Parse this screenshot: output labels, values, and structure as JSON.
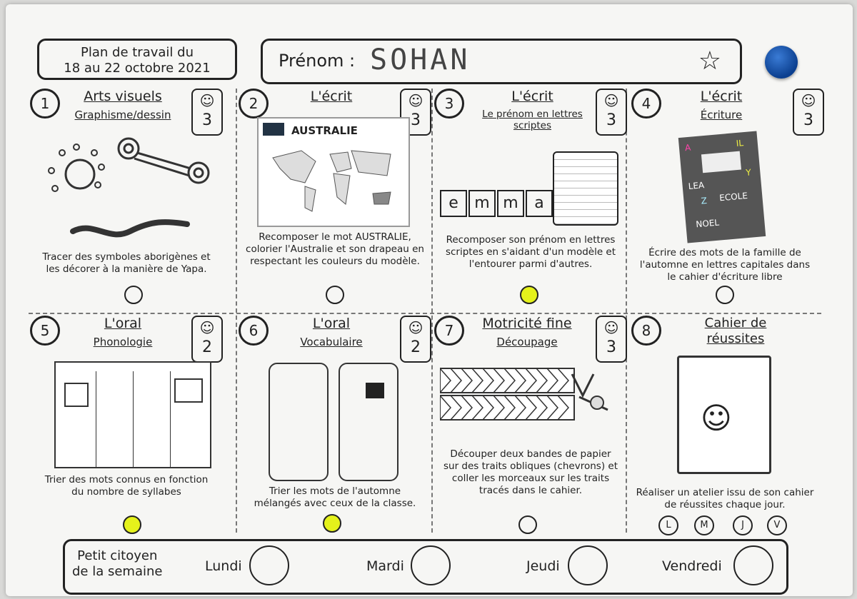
{
  "header": {
    "title_line1": "Plan de travail du",
    "title_line2": "18 au 22 octobre 2021",
    "name_label": "Prénom :",
    "name_value": "SOHAN"
  },
  "tasks": [
    {
      "num": "1",
      "title": "Arts visuels",
      "subtitle": "Graphisme/dessin",
      "level": "3",
      "desc": "Tracer des symboles aborigènes et les décorer à la manière de Yapa.",
      "done": false
    },
    {
      "num": "2",
      "title": "L'écrit",
      "subtitle": "",
      "level": "3",
      "desc": "Recomposer le mot AUSTRALIE, colorier l'Australie et son drapeau en respectant les couleurs du modèle.",
      "done": false,
      "image_text": "AUSTRALIE"
    },
    {
      "num": "3",
      "title": "L'écrit",
      "subtitle": "Le prénom en lettres scriptes",
      "level": "3",
      "desc": "Recomposer son prénom en lettres scriptes en s'aidant d'un modèle et l'entourer parmi d'autres.",
      "done": true,
      "letters": [
        "e",
        "m",
        "m",
        "a"
      ]
    },
    {
      "num": "4",
      "title": "L'écrit",
      "subtitle": "Écriture",
      "level": "3",
      "desc": "Écrire des mots de la famille de l'automne en lettres capitales dans le cahier d'écriture libre",
      "done": false,
      "board_words": [
        "LEA",
        "ECOLE",
        "NOEL",
        "A",
        "IL",
        "Y",
        "Z"
      ]
    },
    {
      "num": "5",
      "title": "L'oral",
      "subtitle": "Phonologie",
      "level": "2",
      "desc": "Trier des mots connus en fonction du nombre de syllabes",
      "done": true
    },
    {
      "num": "6",
      "title": "L'oral",
      "subtitle": "Vocabulaire",
      "level": "2",
      "desc": "Trier les mots de l'automne mélangés avec ceux de la classe.",
      "done": true
    },
    {
      "num": "7",
      "title": "Motricité fine",
      "subtitle": "Découpage",
      "level": "3",
      "desc": "Découper deux bandes de papier sur des traits obliques (chevrons) et coller les morceaux sur les traits tracés dans le cahier.",
      "done": false
    },
    {
      "num": "8",
      "title": "Cahier de réussites",
      "subtitle": "",
      "level": "",
      "desc": "Réaliser un atelier issu de son cahier de réussites chaque jour.",
      "done": false,
      "days": [
        "L",
        "M",
        "J",
        "V"
      ]
    }
  ],
  "citizen": {
    "label_line1": "Petit citoyen",
    "label_line2": "de la semaine",
    "days": [
      "Lundi",
      "Mardi",
      "Jeudi",
      "Vendredi"
    ]
  },
  "colors": {
    "highlight": "#e5f21b",
    "pin": "#0b3f8f"
  }
}
